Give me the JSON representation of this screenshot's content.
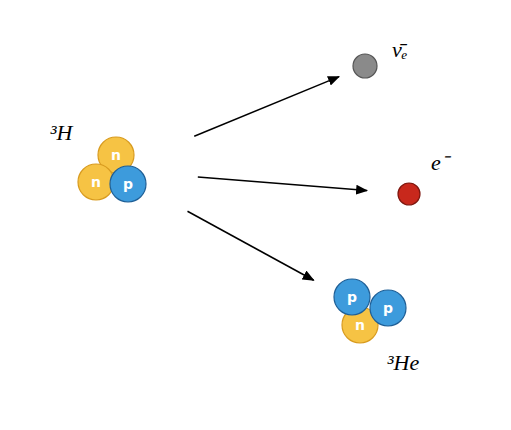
{
  "diagram": {
    "nodes": [
      {
        "text": [
          "³H"
        ]
      },
      {
        "text": [
          "n"
        ],
        "in": 0
      },
      {
        "text": [
          "n"
        ],
        "in": 0
      },
      {
        "text": [
          "p"
        ],
        "in": 0
      },
      {
        "text": [
          "ν̄ₑ"
        ]
      },
      {
        "text": [
          "e⁻"
        ]
      },
      {
        "text": [
          "³He"
        ]
      },
      {
        "text": [
          "p"
        ],
        "in": 6
      },
      {
        "text": [
          "p"
        ],
        "in": 6
      },
      {
        "text": [
          "n"
        ],
        "in": 6
      }
    ],
    "edges": [
      {
        "from": 0,
        "to": 4,
        "arrow": "to"
      },
      {
        "from": 0,
        "to": 5,
        "arrow": "to"
      },
      {
        "from": 0,
        "to": 6,
        "arrow": "to"
      }
    ]
  }
}
